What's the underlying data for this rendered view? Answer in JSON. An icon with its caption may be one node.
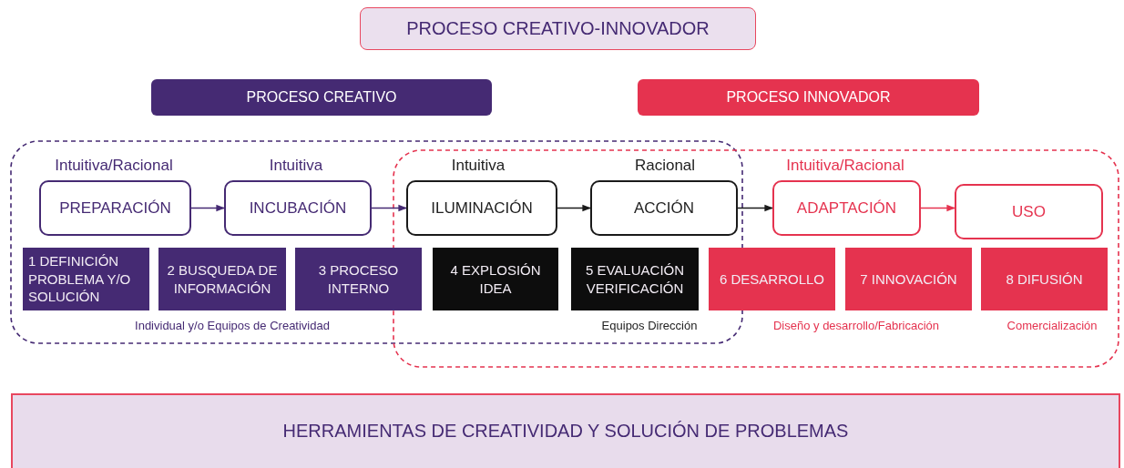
{
  "diagram": {
    "title": "PROCESO CREATIVO-INNOVADOR",
    "nodes": [
      {
        "text": [
          "PROCESO CREATIVO"
        ]
      },
      {
        "text": [
          "PROCESO INNOVADOR"
        ]
      },
      {
        "text": [
          "Intuitiva/Racional",
          "PREPARACIÓN"
        ]
      },
      {
        "text": [
          "Intuitiva",
          "INCUBACIÓN"
        ]
      },
      {
        "text": [
          "Intuitiva",
          "ILUMINACIÓN"
        ]
      },
      {
        "text": [
          "Racional",
          "ACCIÓN"
        ]
      },
      {
        "text": [
          "Intuitiva/Racional",
          "ADAPTACIÓN"
        ]
      },
      {
        "text": [
          "USO"
        ]
      },
      {
        "text": [
          "1 DEFINICIÓN PROBLEMA Y/O SOLUCIÓN"
        ]
      },
      {
        "text": [
          "2 BUSQUEDA DE INFORMACIÓN"
        ]
      },
      {
        "text": [
          "3 PROCESO INTERNO"
        ]
      },
      {
        "text": [
          "4 EXPLOSIÓN IDEA"
        ]
      },
      {
        "text": [
          "5 EVALUACIÓN VERIFICACIÓN"
        ]
      },
      {
        "text": [
          "6 DESARROLLO"
        ]
      },
      {
        "text": [
          "7 INNOVACIÓN"
        ]
      },
      {
        "text": [
          "8 DIFUSIÓN"
        ]
      },
      {
        "text": [
          "HERRAMIENTAS DE CREATIVIDAD Y SOLUCIÓN DE PROBLEMAS"
        ]
      }
    ],
    "edges": [
      {
        "from": 2,
        "to": 3,
        "arrow": "to",
        "color": "#452a73"
      },
      {
        "from": 3,
        "to": 4,
        "arrow": "to",
        "color": "#452a73"
      },
      {
        "from": 4,
        "to": 5,
        "arrow": "to",
        "color": "#1a1a1a"
      },
      {
        "from": 5,
        "to": 6,
        "arrow": "to",
        "color": "#1a1a1a"
      },
      {
        "from": 6,
        "to": 7,
        "arrow": "to",
        "color": "#e5334f"
      }
    ],
    "labels": [
      "Individual y/o Equipos de Creatividad",
      "Equipos Dirección",
      "Diseño y desarrollo/Fabricación",
      "Comercialización"
    ]
  }
}
